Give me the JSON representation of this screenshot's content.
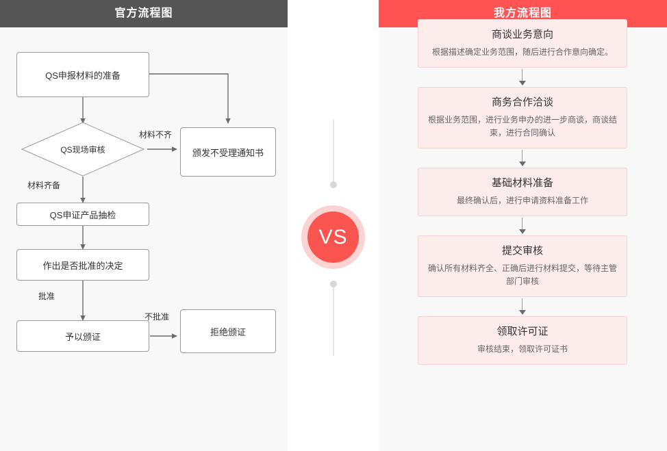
{
  "left_panel": {
    "header": "官方流程图",
    "nodes": [
      {
        "id": "prep",
        "label": "QS申报材料的准备"
      },
      {
        "id": "review",
        "label": "QS现场审核"
      },
      {
        "id": "reject_doc",
        "label": "颁发不受理通知书"
      },
      {
        "id": "sampling",
        "label": "QS申证产品抽检"
      },
      {
        "id": "decision",
        "label": "作出是否批准的决定"
      },
      {
        "id": "grant",
        "label": "予以颁证"
      },
      {
        "id": "refuse",
        "label": "拒绝颁证"
      }
    ],
    "edge_labels": [
      {
        "id": "incomplete",
        "label": "材料不齐"
      },
      {
        "id": "complete",
        "label": "材料齐备"
      },
      {
        "id": "approve",
        "label": "批准"
      },
      {
        "id": "disapprove",
        "label": "不批准"
      }
    ]
  },
  "center": {
    "vs_label": "VS"
  },
  "right_panel": {
    "header": "我方流程图",
    "steps": [
      {
        "title": "商谈业务意向",
        "desc": "根据描述确定业务范围，随后进行合作意向确定。"
      },
      {
        "title": "商务合作洽谈",
        "desc": "根据业务范围，进行业务申办的进一步商谈，商谈结束，进行合同确认"
      },
      {
        "title": "基础材料准备",
        "desc": "最终确认后，进行申请资料准备工作"
      },
      {
        "title": "提交审核",
        "desc": "确认所有材料齐全、正确后进行材料提交，等待主管部门审核"
      },
      {
        "title": "领取许可证",
        "desc": "审核结束，领取许可证书"
      }
    ]
  },
  "colors": {
    "left_header_bg": "#555555",
    "right_header_bg": "#ff5252",
    "panel_bg": "#f8f8f8",
    "card_bg": "#fceceb",
    "card_border": "#f6d2d0",
    "vs_ring": "#fcd3d3",
    "vs_circle": "#f9544f",
    "node_border": "#9a9a9a",
    "connector": "#6b6b6b"
  }
}
